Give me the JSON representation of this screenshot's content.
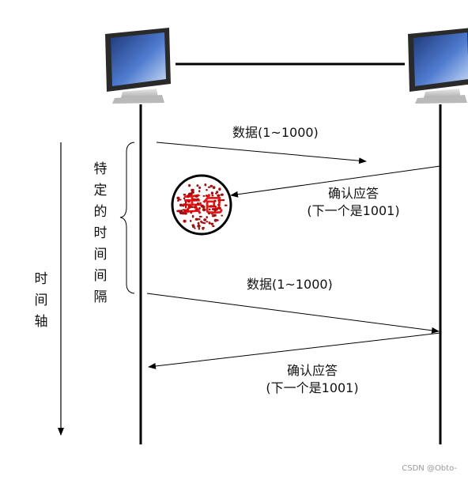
{
  "messages": {
    "send_1": "数据(1~1000)",
    "ack_1_line1": "确认应答",
    "ack_1_line2": "(下一个是1001)",
    "send_2": "数据(1~1000)",
    "ack_2_line1": "确认应答",
    "ack_2_line2": "(下一个是1001)"
  },
  "labels": {
    "interval": "特定的时间间隔",
    "time_axis": "时间轴",
    "lost_stamp": "丢包"
  },
  "watermark": "CSDN @Obto-",
  "colors": {
    "line": "#000000",
    "stamp": "#e00000",
    "stamp_dots": "#a01010",
    "screen": "#2d4f9a"
  },
  "icons": {
    "left_host": "computer-monitor-icon",
    "right_host": "computer-monitor-icon",
    "lost_packet": "lost-packet-stamp-icon"
  }
}
